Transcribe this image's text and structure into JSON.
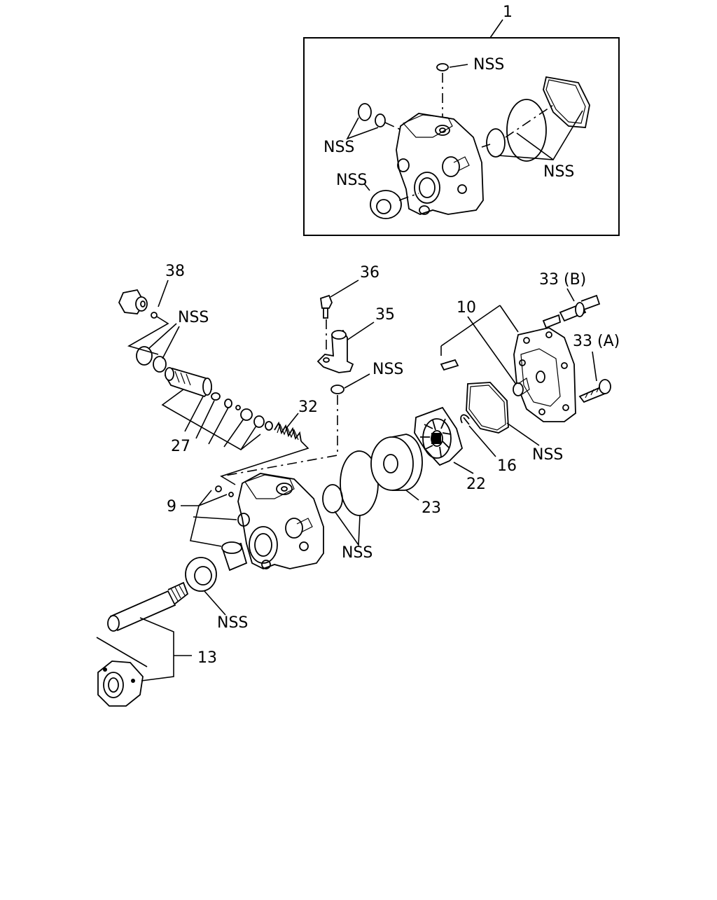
{
  "callouts": {
    "assembly": "1",
    "c38": "38",
    "c36": "36",
    "c35": "35",
    "c33b": "33 (B)",
    "c10": "10",
    "c33a": "33 (A)",
    "c32": "32",
    "c27": "27",
    "c9": "9",
    "c16": "16",
    "c22": "22",
    "c23": "23",
    "c13": "13"
  },
  "nss_labels": {
    "top_plug": "NSS",
    "top_left_rings": "NSS",
    "top_right_gaskets": "NSS",
    "top_seal": "NSS",
    "valve_rings": "NSS",
    "connector_ring": "NSS",
    "cover_gasket": "NSS",
    "body_rings": "NSS",
    "shaft_seal": "NSS"
  }
}
